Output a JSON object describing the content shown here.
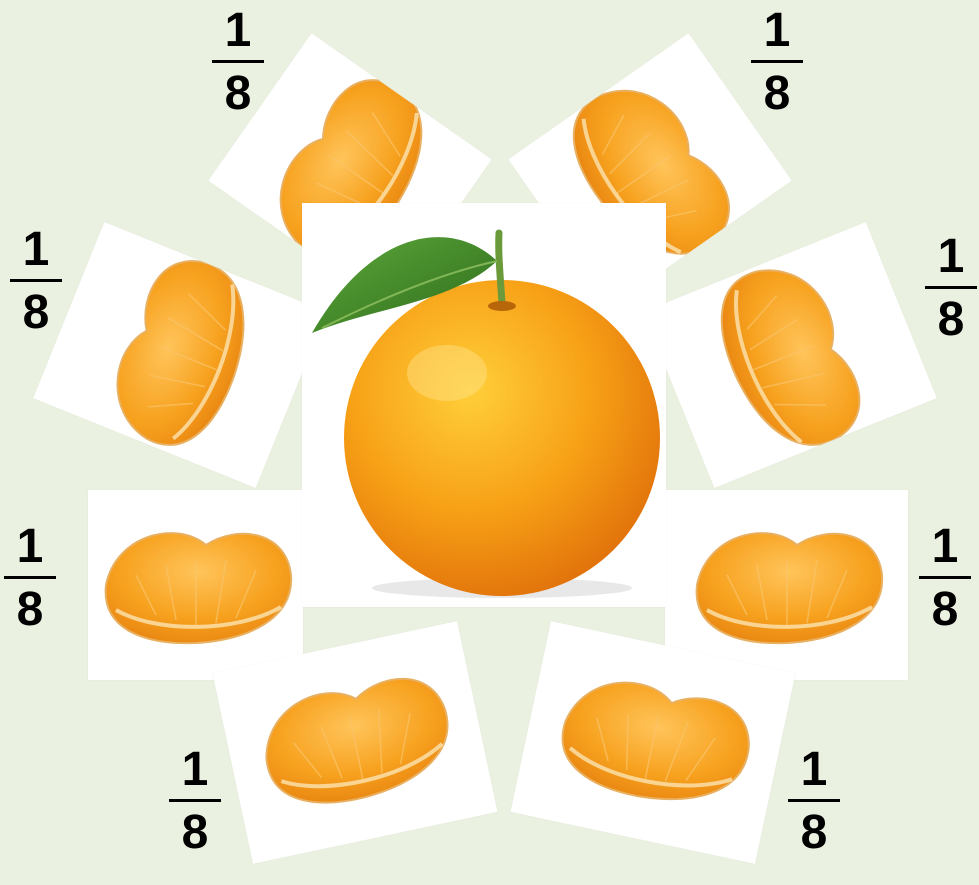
{
  "fractions": [
    {
      "numerator": "1",
      "denominator": "8"
    },
    {
      "numerator": "1",
      "denominator": "8"
    },
    {
      "numerator": "1",
      "denominator": "8"
    },
    {
      "numerator": "1",
      "denominator": "8"
    },
    {
      "numerator": "1",
      "denominator": "8"
    },
    {
      "numerator": "1",
      "denominator": "8"
    },
    {
      "numerator": "1",
      "denominator": "8"
    },
    {
      "numerator": "1",
      "denominator": "8"
    }
  ],
  "colors": {
    "background": "#ebf1e0",
    "orange": "#f5a11f",
    "orange_dark": "#e07a0c",
    "leaf": "#3f8a2a",
    "fraction_text": "#000000"
  },
  "icons": {
    "whole": "whole-orange-icon",
    "segment": "orange-segment-icon"
  }
}
